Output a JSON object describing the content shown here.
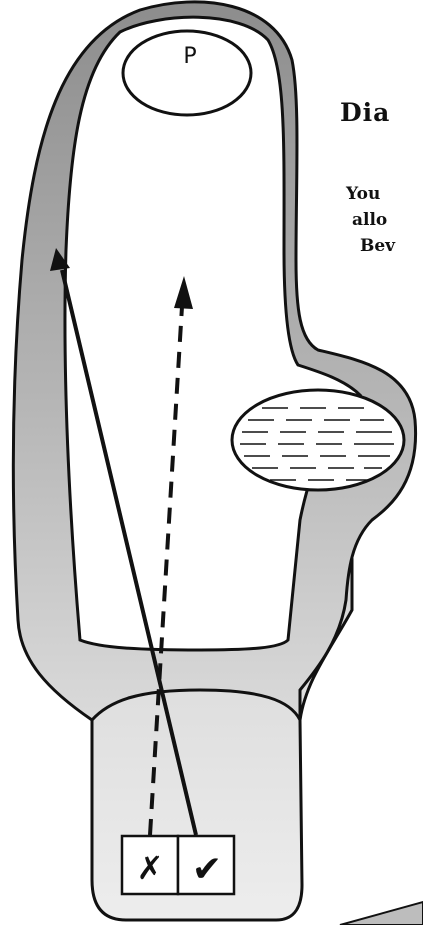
{
  "heading": {
    "title": "Dia"
  },
  "text_lines": [
    "You",
    "allo",
    "Bev"
  ],
  "markers": {
    "pin_label": "P",
    "wrong_mark": "✗",
    "right_mark": "✔"
  },
  "colors": {
    "rough": "#9a9a9a",
    "fairway": "#ffffff",
    "tee_fill": "#e2e2e2",
    "outline": "#111111"
  }
}
